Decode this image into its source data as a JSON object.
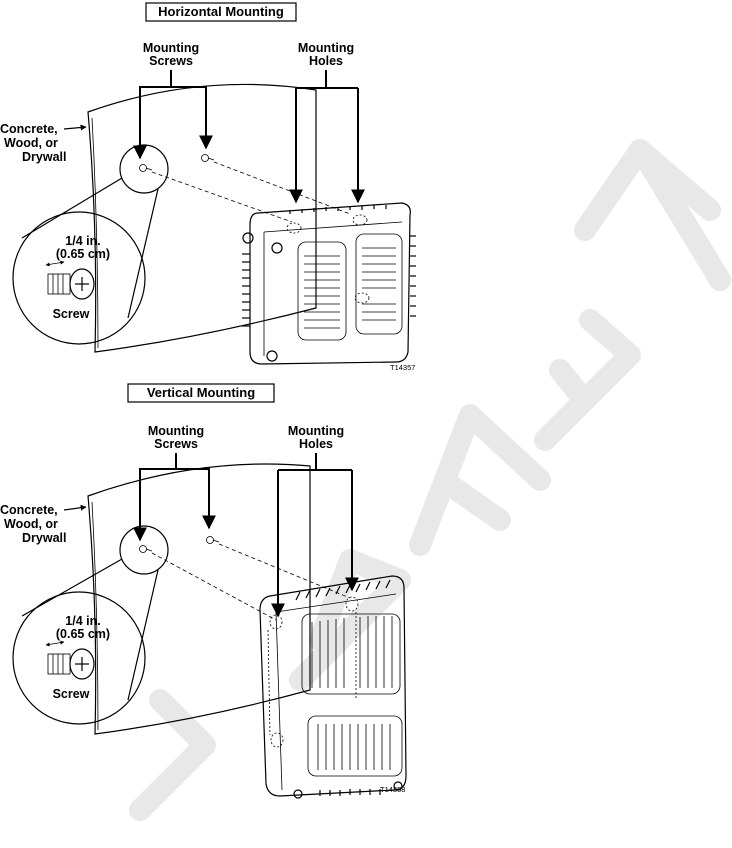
{
  "watermark": "DRAFT",
  "figures": [
    {
      "title": "Horizontal Mounting",
      "screws_label": [
        "Mounting",
        "Screws"
      ],
      "holes_label": [
        "Mounting",
        "Holes"
      ],
      "surface_label": [
        "Concrete,",
        "Wood, or",
        "Drywall"
      ],
      "screw_size": [
        "1/4 in.",
        "(0.65 cm)"
      ],
      "screw_label": "Screw",
      "code": "T14357"
    },
    {
      "title": "Vertical Mounting",
      "screws_label": [
        "Mounting",
        "Screws"
      ],
      "holes_label": [
        "Mounting",
        "Holes"
      ],
      "surface_label": [
        "Concrete,",
        "Wood, or",
        "Drywall"
      ],
      "screw_size": [
        "1/4 in.",
        "(0.65 cm)"
      ],
      "screw_label": "Screw",
      "code": "T14358"
    }
  ]
}
